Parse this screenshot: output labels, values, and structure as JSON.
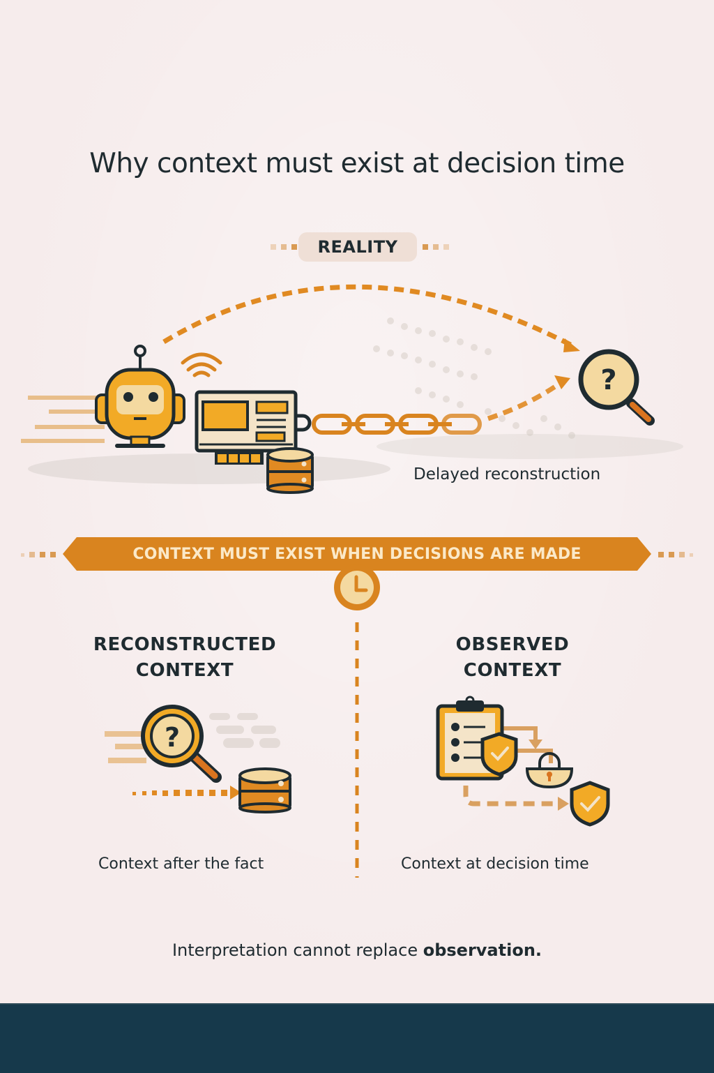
{
  "title": "Why context must exist at decision time",
  "reality_section": {
    "label": "REALITY",
    "caption": "Delayed reconstruction",
    "icons": [
      "robot-icon",
      "wifi-signal-icon",
      "system-panel-icon",
      "database-icon",
      "chain-link-icon",
      "magnifier-question-icon"
    ]
  },
  "banner": {
    "text": "CONTEXT MUST EXIST WHEN DECISIONS ARE MADE",
    "icon": "clock-icon"
  },
  "left_panel": {
    "heading_line1": "RECONSTRUCTED",
    "heading_line2": "CONTEXT",
    "caption": "Context after the fact",
    "icons": [
      "magnifier-question-icon",
      "database-icon",
      "dotted-arrow-icon"
    ]
  },
  "right_panel": {
    "heading_line1": "OBSERVED",
    "heading_line2": "CONTEXT",
    "caption": "Context at decision time",
    "icons": [
      "clipboard-checklist-icon",
      "shield-check-icon",
      "padlock-icon",
      "shield-check-icon"
    ]
  },
  "footer": {
    "text_regular": "Interpretation cannot replace ",
    "text_bold": "observation."
  },
  "colors": {
    "background": "#f6ecec",
    "accent_orange": "#d9841f",
    "accent_yellow": "#f2aa26",
    "ink": "#1f2b30",
    "bottom_bar": "#16394b"
  }
}
